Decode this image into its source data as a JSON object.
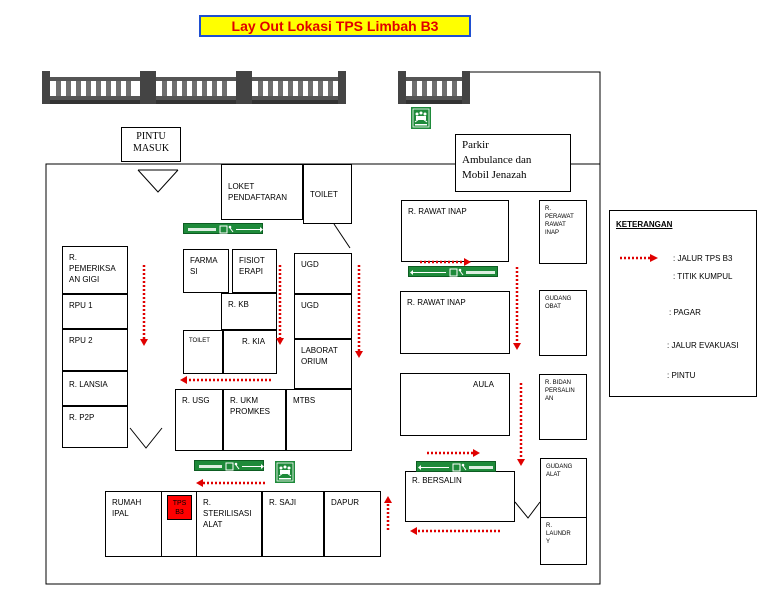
{
  "title": "Lay Out Lokasi TPS Limbah B3",
  "pintu_masuk": "PINTU\nMASUK",
  "parkir": "Parkir\nAmbulance dan\nMobil Jenazah",
  "rooms": {
    "loket": "LOKET\nPENDAFTARAN",
    "toilet_top": "TOILET",
    "farmasi": "FARMA\nSI",
    "fisioterapi": "FISIOT\nERAPI",
    "ugd1": "UGD",
    "ugd2": "UGD",
    "kb": "R. KB",
    "toilet_small": "TOILET",
    "kia": "R. KIA",
    "laboratorium": "LABORAT\nORIUM",
    "pemeriksaan_gigi": "R.\nPEMERIKSA\nAN GIGI",
    "rpu1": "RPU 1",
    "rpu2": "RPU 2",
    "lansia": "R. LANSIA",
    "p2p": "R. P2P",
    "usg": "R. USG",
    "ukm": "R. UKM\nPROMKES",
    "mtbs": "MTBS",
    "rawat_inap1": "R. RAWAT INAP",
    "perawat": "R.\nPERAWAT\nRAWAT\nINAP",
    "rawat_inap2": "R. RAWAT INAP",
    "gudang_obat": "GUDANG\nOBAT",
    "aula": "AULA",
    "bidan": "R. BIDAN\nPERSALIN\nAN",
    "gudang_alat": "GUDANG\nALAT",
    "bersalin": "R. BERSALIN",
    "laundry": "R.\nLAUNDR\nY",
    "rumah_ipal": "RUMAH\nIPAL",
    "tps_b3": "TPS\nB3",
    "sterilisasi": "R.\nSTERILISASI\nALAT",
    "saji": "R. SAJI",
    "dapur": "DAPUR"
  },
  "legend": {
    "heading": "KETERANGAN",
    "jalur_tps": ": JALUR TPS B3",
    "titik_kumpul": ": TITIK KUMPUL",
    "pagar": ": PAGAR",
    "jalur_evakuasi": ": JALUR EVAKUASI",
    "pintu": ": PINTU"
  },
  "colors": {
    "path": "#e00000",
    "evac_sign": "#1e8a3a",
    "tps": "#ff0000",
    "title_bg": "#ffff00",
    "title_border": "#1f4fd1"
  }
}
